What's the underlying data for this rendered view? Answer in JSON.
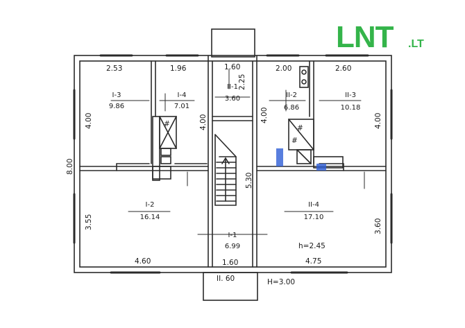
{
  "logo": {
    "main": "LNT",
    "tld": ".LT"
  },
  "colors": {
    "logo_green": "#34b44a",
    "wall": "#2a2a2a",
    "blue_marker": "#2f5fd6"
  },
  "dimensions": {
    "top_left_room": "2.53",
    "top_mid_left": "1.96",
    "top_corridor": "1.60",
    "top_corridor_vertical": "2.25",
    "top_mid_right": "2.00",
    "top_right_room": "2.60",
    "left_total_height": "8.00",
    "left_upper": "4.00",
    "left_mid": "4.00",
    "right_left_upper": "4.00",
    "right_upper": "4.00",
    "stair_height": "5.30",
    "left_lower": "3.55",
    "right_lower": "3.60",
    "bottom_left": "4.60",
    "bottom_corridor": "1.60",
    "bottom_right": "4.75",
    "bottom_ii": "II. 60"
  },
  "rooms": [
    {
      "id": "I-3",
      "area": "9.86"
    },
    {
      "id": "I-4",
      "area": "7.01"
    },
    {
      "id": "II-1",
      "area": "3.60"
    },
    {
      "id": "II-2",
      "area": "6.86"
    },
    {
      "id": "II-3",
      "area": "10.18"
    },
    {
      "id": "I-2",
      "area": "16.14"
    },
    {
      "id": "I-1",
      "area": "6.99"
    },
    {
      "id": "II-4",
      "area": "17.10"
    }
  ],
  "notes": {
    "ceiling_height": "h=2.45",
    "total_height": "H=3.00"
  }
}
